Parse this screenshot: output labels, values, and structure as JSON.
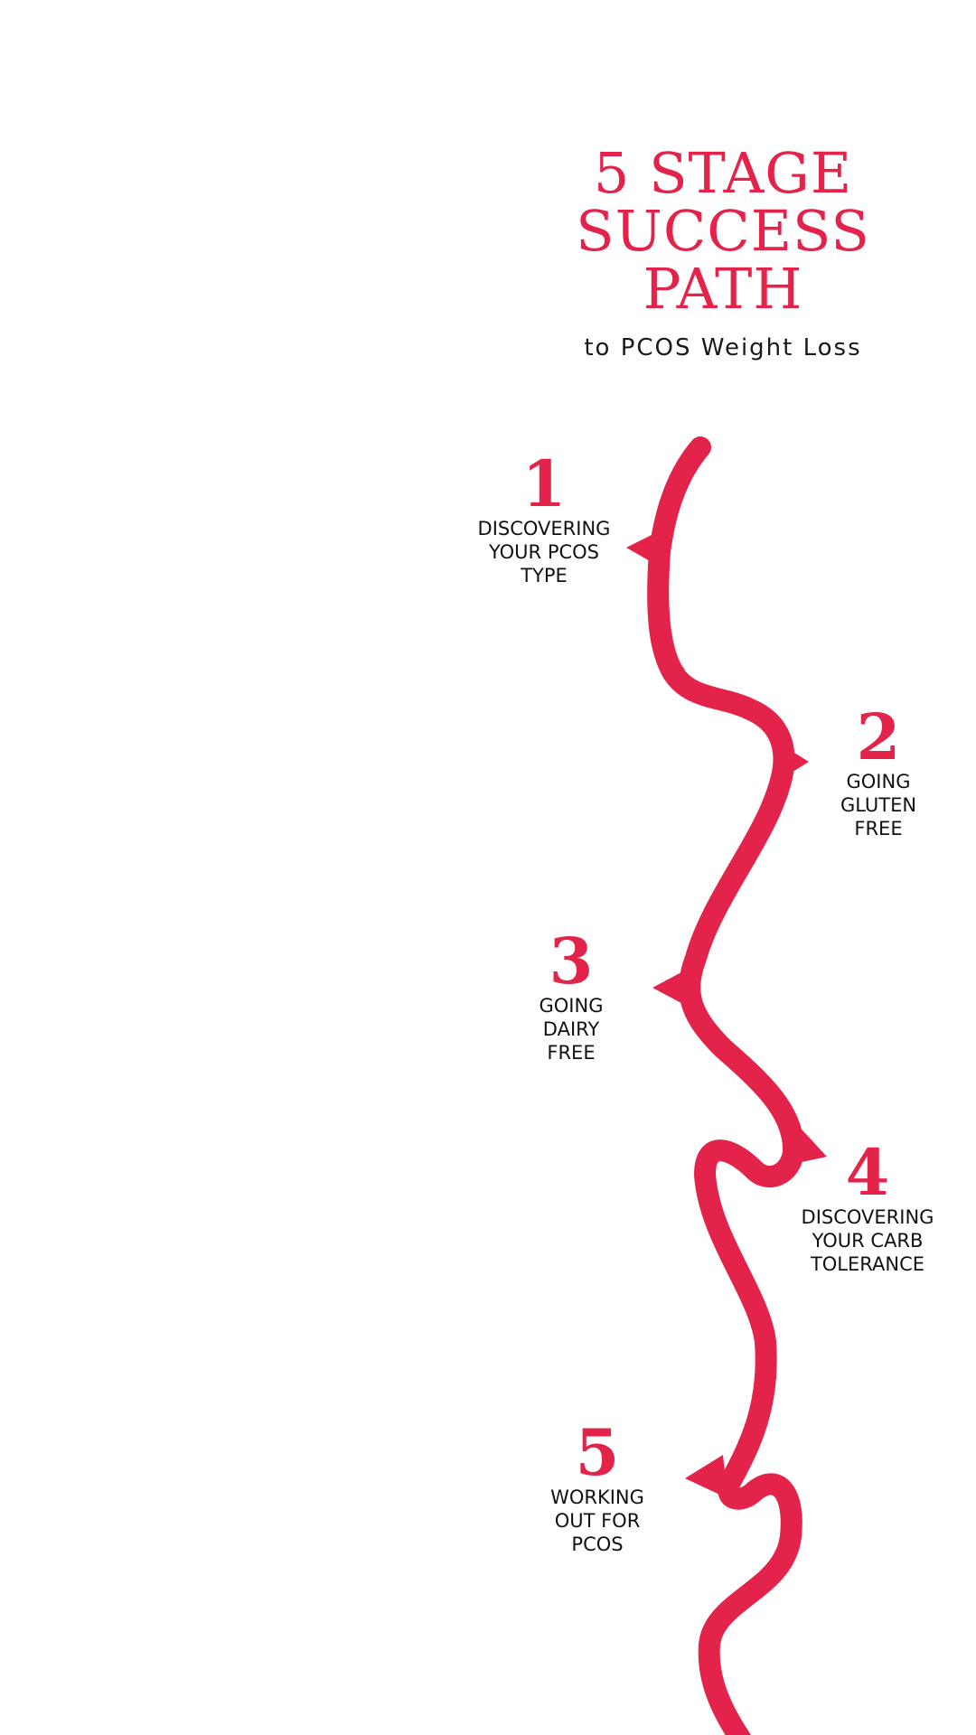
{
  "header": {
    "title_lines": [
      "5 STAGE",
      "SUCCESS",
      "PATH"
    ],
    "subtitle": "to PCOS Weight Loss"
  },
  "stages": [
    {
      "number": "1",
      "label_lines": [
        "DISCOVERING",
        "YOUR PCOS",
        "TYPE"
      ]
    },
    {
      "number": "2",
      "label_lines": [
        "GOING",
        "GLUTEN",
        "FREE"
      ]
    },
    {
      "number": "3",
      "label_lines": [
        "GOING",
        "DAIRY",
        "FREE"
      ]
    },
    {
      "number": "4",
      "label_lines": [
        "DISCOVERING",
        "YOUR CARB",
        "TOLERANCE"
      ]
    },
    {
      "number": "5",
      "label_lines": [
        "WORKING",
        "OUT FOR",
        "PCOS"
      ]
    }
  ],
  "colors": {
    "accent": "#e3234a",
    "text": "#111111",
    "background": "#ffffff"
  }
}
